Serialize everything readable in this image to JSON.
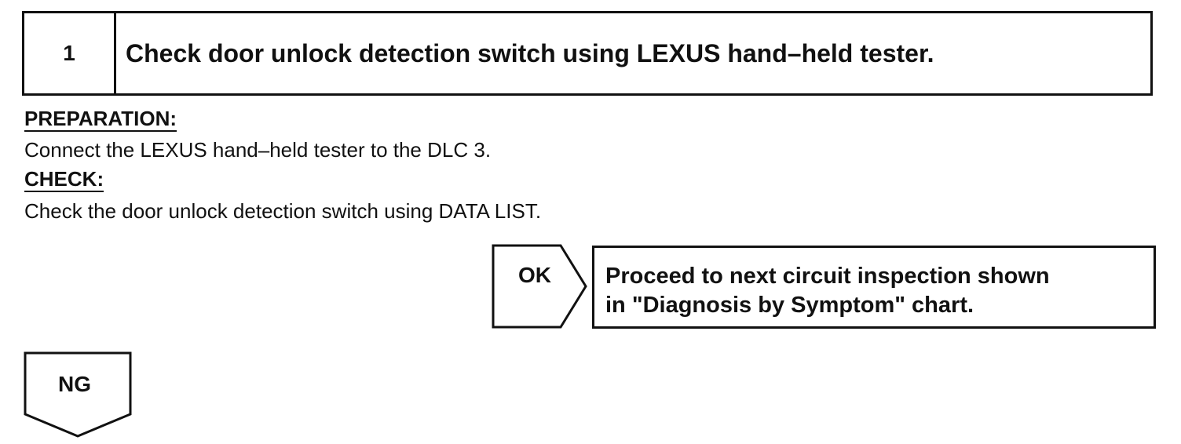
{
  "step": {
    "number": "1",
    "title": "Check door unlock detection switch using LEXUS hand–held tester."
  },
  "preparation": {
    "heading": "PREPARATION:",
    "text": "Connect the LEXUS hand–held tester to the DLC 3."
  },
  "check": {
    "heading": "CHECK:",
    "text": "Check the door unlock detection switch using DATA LIST."
  },
  "ok_branch": {
    "label": "OK",
    "result_line1": "Proceed to next circuit inspection shown",
    "result_line2": "in \"Diagnosis by Symptom\" chart."
  },
  "ng_branch": {
    "label": "NG"
  }
}
